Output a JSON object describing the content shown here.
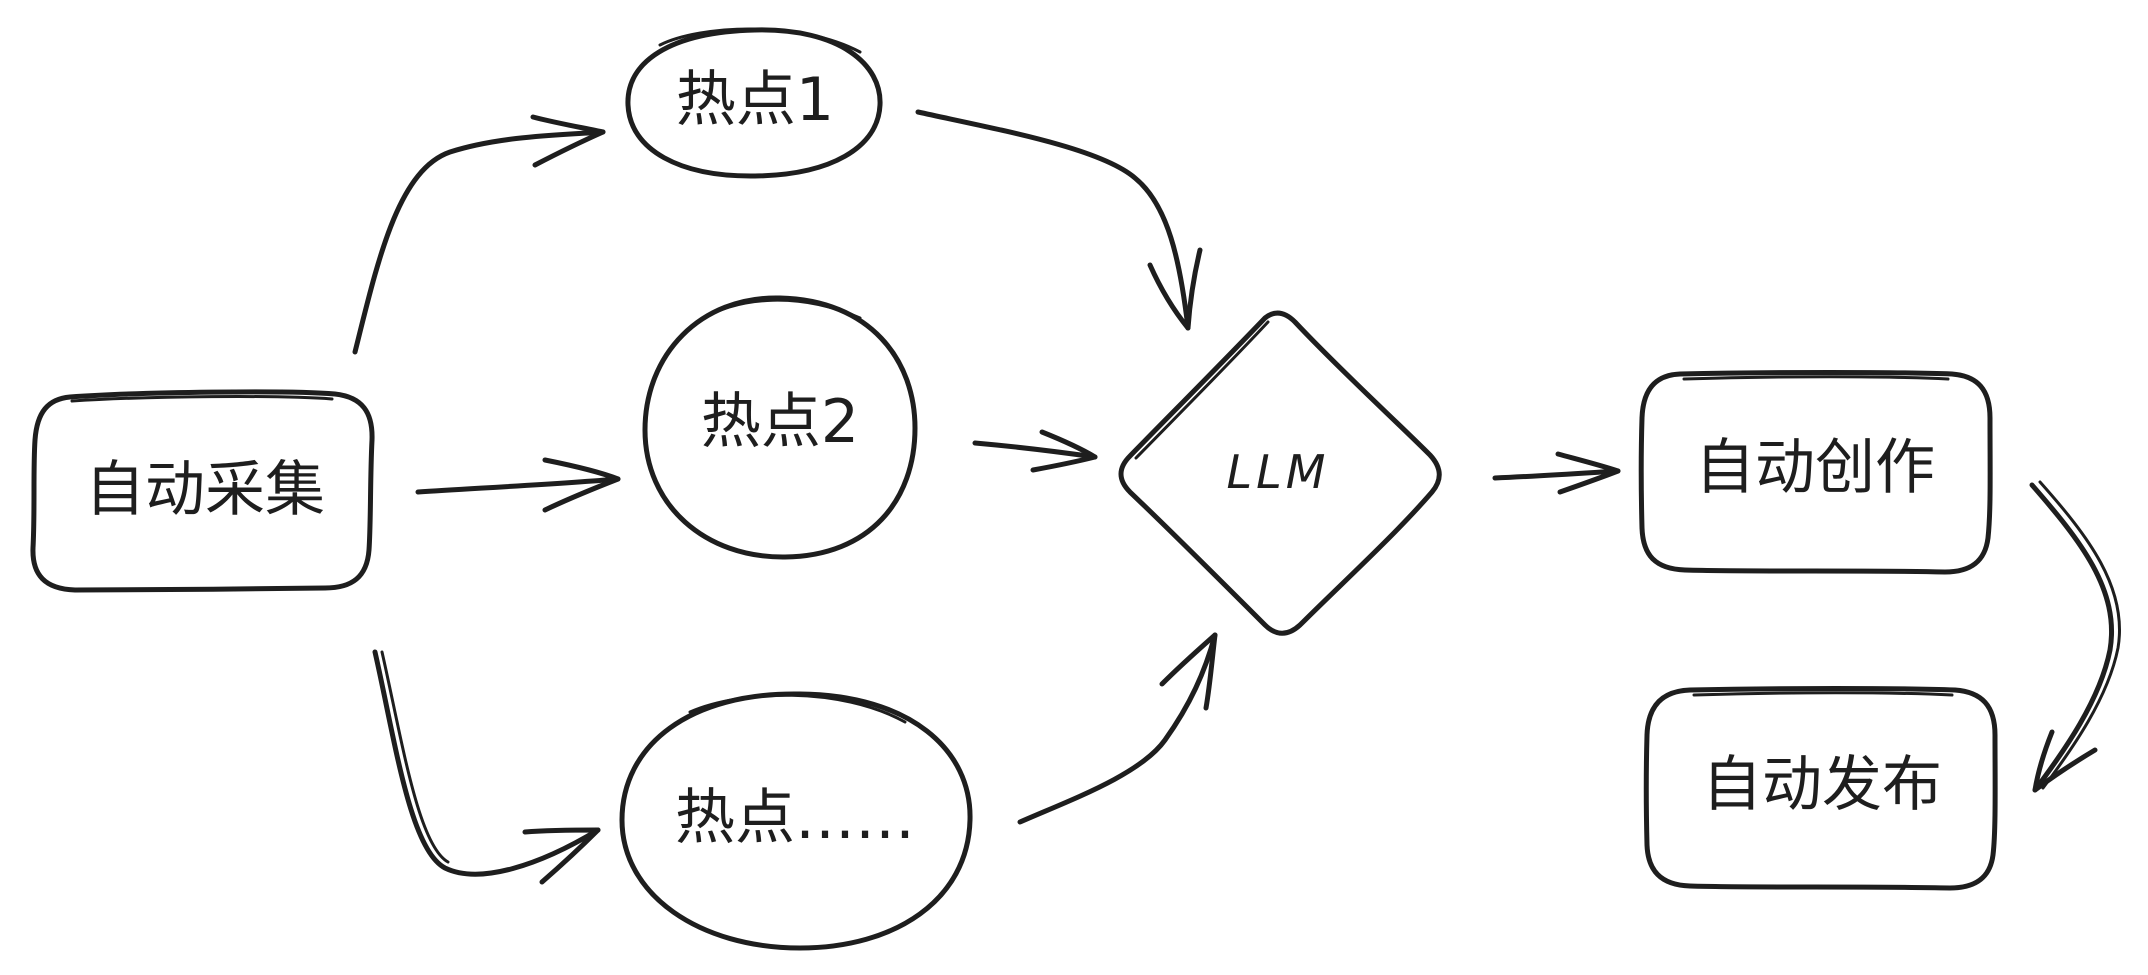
{
  "diagram": {
    "nodes": {
      "collect": {
        "label": "自动采集",
        "shape": "rounded-rect"
      },
      "hot1": {
        "label": "热点1",
        "shape": "ellipse"
      },
      "hot2": {
        "label": "热点2",
        "shape": "circle"
      },
      "hot3": {
        "label": "热点……",
        "shape": "ellipse"
      },
      "llm": {
        "label": "LLM",
        "shape": "diamond"
      },
      "create": {
        "label": "自动创作",
        "shape": "rounded-rect"
      },
      "publish": {
        "label": "自动发布",
        "shape": "rounded-rect"
      }
    },
    "edges": [
      {
        "from": "自动采集",
        "to": "热点1"
      },
      {
        "from": "自动采集",
        "to": "热点2"
      },
      {
        "from": "自动采集",
        "to": "热点……"
      },
      {
        "from": "热点1",
        "to": "LLM"
      },
      {
        "from": "热点2",
        "to": "LLM"
      },
      {
        "from": "热点……",
        "to": "LLM"
      },
      {
        "from": "LLM",
        "to": "自动创作"
      },
      {
        "from": "自动创作",
        "to": "自动发布"
      }
    ],
    "stroke_color": "#1e1e1e",
    "background_color": "#ffffff"
  }
}
